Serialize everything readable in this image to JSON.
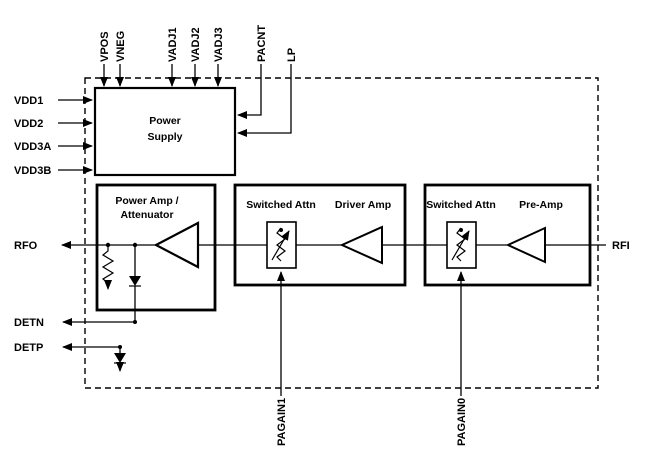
{
  "pins": {
    "top": [
      "VPOS",
      "VNEG",
      "VADJ1",
      "VADJ2",
      "VADJ3",
      "PACNT",
      "LP"
    ],
    "left": [
      "VDD1",
      "VDD2",
      "VDD3A",
      "VDD3B"
    ],
    "rfo": "RFO",
    "detn": "DETN",
    "detp": "DETP",
    "rfi": "RFI",
    "bottom": [
      "PAGAIN1",
      "PAGAIN0"
    ]
  },
  "blocks": {
    "power_supply": {
      "lines": [
        "Power",
        "Supply"
      ]
    },
    "power_amp": {
      "lines": [
        "Power Amp /",
        "Attenuator"
      ]
    },
    "driver_stage": {
      "attn": "Switched Attn",
      "amp": "Driver Amp"
    },
    "pre_stage": {
      "attn": "Switched Attn",
      "amp": "Pre-Amp"
    }
  },
  "colors": {
    "line": "#000000",
    "background": "#ffffff"
  }
}
